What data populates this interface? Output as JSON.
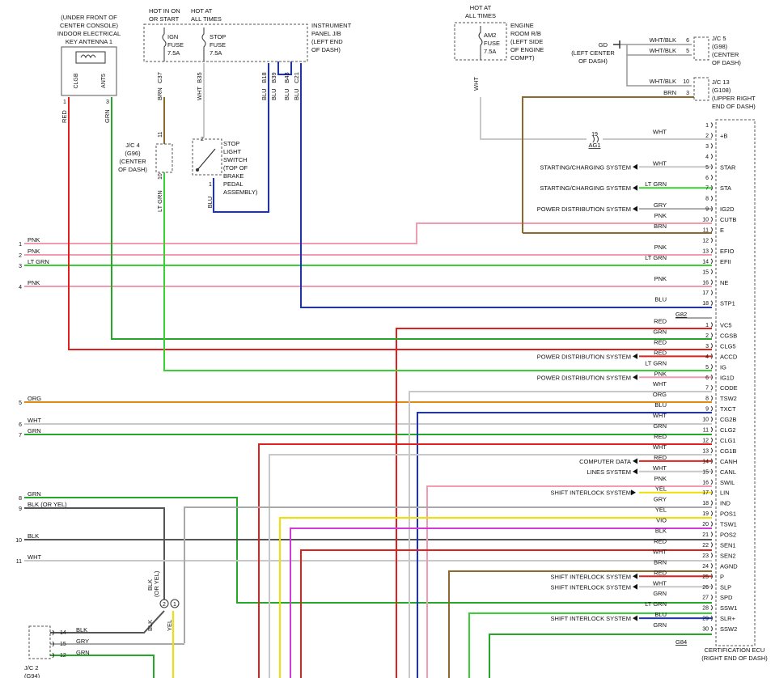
{
  "labels": {
    "antenna_desc": [
      "(UNDER FRONT OF",
      "CENTER CONSOLE)",
      "INDOOR ELECTRICAL",
      "KEY ANTENNA 1"
    ],
    "hot_ign": [
      "HOT IN ON",
      "OR START"
    ],
    "hot_all": [
      "HOT AT",
      "ALL TIMES"
    ],
    "ign_fuse": [
      "IGN",
      "FUSE",
      "7.5A"
    ],
    "stop_fuse": [
      "STOP",
      "FUSE",
      "7.5A"
    ],
    "ip_jb": [
      "INSTRUMENT",
      "PANEL J/B",
      "(LEFT END",
      "OF DASH)"
    ],
    "hot_am2": [
      "HOT AT",
      "ALL TIMES"
    ],
    "am2_fuse": [
      "AM2",
      "FUSE",
      "7.5A"
    ],
    "engine_rb": [
      "ENGINE",
      "ROOM R/B",
      "(LEFT SIDE",
      "OF ENGINE",
      "COMPT)"
    ],
    "jc5": [
      "J/C 5",
      "(G98)",
      "(CENTER",
      "OF DASH)"
    ],
    "jc13": [
      "J/C 13",
      "(G108)",
      "(UPPER RIGHT",
      "END OF DASH)"
    ],
    "gd": "GD",
    "gd_loc": [
      "(LEFT CENTER",
      "OF DASH)"
    ],
    "jc4": [
      "J/C 4",
      "(G96)",
      "(CENTER",
      "OF DASH)"
    ],
    "stop_switch": [
      "STOP",
      "LIGHT",
      "SWITCH",
      "(TOP OF",
      "BRAKE",
      "PEDAL",
      "ASSEMBLY)"
    ],
    "jc2": [
      "J/C 2",
      "(G94)"
    ],
    "ecu": [
      "CERTIFICATION ECU",
      "(RIGHT END OF DASH)"
    ],
    "ag1": "AG1",
    "g82": "G82",
    "g84": "G84",
    "blk_or_yel": "(OR YEL)",
    "blk_or_yel_v": "BLK",
    "blk_or_yel_v2": "(OR YEL)",
    "antenna_pins": {
      "clgb": "CLGB",
      "ant5": "ANT5",
      "p1": "1",
      "p3": "3"
    },
    "jc2_pins": [
      {
        "num": "14",
        "color": "BLK"
      },
      {
        "num": "15",
        "color": "GRY"
      },
      {
        "num": "12",
        "color": "GRN"
      }
    ]
  },
  "top_wires": [
    {
      "pin": "C37",
      "color": "BRN"
    },
    {
      "pin": "B35",
      "color": "WHT"
    },
    {
      "pin": "B18",
      "color": "BLU"
    },
    {
      "pin": "B39",
      "color": "BLU"
    },
    {
      "pin": "B43",
      "color": "BLU"
    },
    {
      "pin": "C21",
      "color": "BLU"
    }
  ],
  "am2_wire": "WHT",
  "antenna_wires": {
    "left": "RED",
    "right": "GRN"
  },
  "jc4_pins": {
    "top": "11",
    "bottom": "10",
    "wire": "LT GRN"
  },
  "switch_pins": {
    "top": "2",
    "bottom": "1",
    "wire": "BLU"
  },
  "jc5_wires": [
    {
      "color": "WHT/BLK",
      "pin": "6"
    },
    {
      "color": "WHT/BLK",
      "pin": "5"
    }
  ],
  "jc13_wires": [
    {
      "color": "WHT/BLK",
      "pin": "10"
    },
    {
      "color": "BRN",
      "pin": "3"
    }
  ],
  "left_wires": [
    {
      "num": "1",
      "color": "PNK"
    },
    {
      "num": "2",
      "color": "PNK"
    },
    {
      "num": "3",
      "color": "LT GRN"
    },
    {
      "num": "4",
      "color": "PNK"
    },
    {
      "num": "5",
      "color": "ORG"
    },
    {
      "num": "6",
      "color": "WHT"
    },
    {
      "num": "7",
      "color": "GRN"
    },
    {
      "num": "8",
      "color": "GRN"
    },
    {
      "num": "9",
      "color": "BLK"
    },
    {
      "num": "10",
      "color": "BLK"
    },
    {
      "num": "11",
      "color": "WHT"
    }
  ],
  "g82_pins": [
    {
      "n": "1",
      "name": "",
      "color": "",
      "dest": ""
    },
    {
      "n": "2",
      "name": "+B",
      "color": "WHT",
      "dest": ""
    },
    {
      "n": "3",
      "name": "",
      "color": "",
      "dest": ""
    },
    {
      "n": "4",
      "name": "",
      "color": "",
      "dest": ""
    },
    {
      "n": "5",
      "name": "STAR",
      "color": "WHT",
      "dest": "STARTING/CHARGING SYSTEM"
    },
    {
      "n": "6",
      "name": "",
      "color": "",
      "dest": ""
    },
    {
      "n": "7",
      "name": "STA",
      "color": "LT GRN",
      "dest": "STARTING/CHARGING SYSTEM"
    },
    {
      "n": "8",
      "name": "",
      "color": "",
      "dest": ""
    },
    {
      "n": "9",
      "name": "IG2D",
      "color": "GRY",
      "dest": "POWER DISTRIBUTION SYSTEM"
    },
    {
      "n": "10",
      "name": "CUTB",
      "color": "PNK",
      "dest": ""
    },
    {
      "n": "11",
      "name": "E",
      "color": "BRN",
      "dest": ""
    },
    {
      "n": "12",
      "name": "",
      "color": "",
      "dest": ""
    },
    {
      "n": "13",
      "name": "EFIO",
      "color": "PNK",
      "dest": ""
    },
    {
      "n": "14",
      "name": "EFII",
      "color": "LT GRN",
      "dest": ""
    },
    {
      "n": "15",
      "name": "",
      "color": "",
      "dest": ""
    },
    {
      "n": "16",
      "name": "NE",
      "color": "PNK",
      "dest": ""
    },
    {
      "n": "17",
      "name": "",
      "color": "",
      "dest": ""
    },
    {
      "n": "18",
      "name": "STP1",
      "color": "BLU",
      "dest": ""
    }
  ],
  "g84_pins": [
    {
      "n": "1",
      "name": "VC5",
      "color": "RED",
      "dest": ""
    },
    {
      "n": "2",
      "name": "CGSB",
      "color": "GRN",
      "dest": ""
    },
    {
      "n": "3",
      "name": "CLG5",
      "color": "RED",
      "dest": ""
    },
    {
      "n": "4",
      "name": "ACCD",
      "color": "RED",
      "dest": "POWER DISTRIBUTION SYSTEM"
    },
    {
      "n": "5",
      "name": "IG",
      "color": "LT GRN",
      "dest": ""
    },
    {
      "n": "6",
      "name": "IG1D",
      "color": "PNK",
      "dest": "POWER DISTRIBUTION SYSTEM"
    },
    {
      "n": "7",
      "name": "CODE",
      "color": "WHT",
      "dest": ""
    },
    {
      "n": "8",
      "name": "TSW2",
      "color": "ORG",
      "dest": ""
    },
    {
      "n": "9",
      "name": "TXCT",
      "color": "BLU",
      "dest": ""
    },
    {
      "n": "10",
      "name": "CG2B",
      "color": "WHT",
      "dest": ""
    },
    {
      "n": "11",
      "name": "CLG2",
      "color": "GRN",
      "dest": ""
    },
    {
      "n": "12",
      "name": "CLG1",
      "color": "RED",
      "dest": ""
    },
    {
      "n": "13",
      "name": "CG1B",
      "color": "WHT",
      "dest": ""
    },
    {
      "n": "14",
      "name": "CANH",
      "color": "RED",
      "dest": "COMPUTER DATA"
    },
    {
      "n": "15",
      "name": "CANL",
      "color": "WHT",
      "dest": "LINES SYSTEM"
    },
    {
      "n": "16",
      "name": "SWIL",
      "color": "PNK",
      "dest": ""
    },
    {
      "n": "17",
      "name": "LIN",
      "color": "YEL",
      "dest": "SHIFT INTERLOCK SYSTEM"
    },
    {
      "n": "18",
      "name": "IND",
      "color": "GRY",
      "dest": ""
    },
    {
      "n": "19",
      "name": "POS1",
      "color": "YEL",
      "dest": ""
    },
    {
      "n": "20",
      "name": "TSW1",
      "color": "VIO",
      "dest": ""
    },
    {
      "n": "21",
      "name": "POS2",
      "color": "BLK",
      "dest": ""
    },
    {
      "n": "22",
      "name": "SEN1",
      "color": "RED",
      "dest": ""
    },
    {
      "n": "23",
      "name": "SEN2",
      "color": "WHT",
      "dest": ""
    },
    {
      "n": "24",
      "name": "AGND",
      "color": "BRN",
      "dest": ""
    },
    {
      "n": "25",
      "name": "P",
      "color": "RED",
      "dest": "SHIFT INTERLOCK SYSTEM"
    },
    {
      "n": "26",
      "name": "SLP",
      "color": "WHT",
      "dest": "SHIFT INTERLOCK SYSTEM"
    },
    {
      "n": "27",
      "name": "SPD",
      "color": "GRN",
      "dest": ""
    },
    {
      "n": "28",
      "name": "SSW1",
      "color": "LT GRN",
      "dest": ""
    },
    {
      "n": "29",
      "name": "SLR+",
      "color": "BLU",
      "dest": "SHIFT INTERLOCK SYSTEM"
    },
    {
      "n": "30",
      "name": "SSW2",
      "color": "GRN",
      "dest": ""
    }
  ],
  "pin2_connector": {
    "num": "19",
    "name": "AG1"
  },
  "splice": {
    "p2": "2",
    "p1": "1",
    "blk": "BLK",
    "yel": "YEL"
  },
  "wire_colors": {
    "RED": "#e0201c",
    "GRN": "#25a82a",
    "LT GRN": "#38d034",
    "PNK": "#f29bb0",
    "BLU": "#1a2fd1",
    "WHT": "#c8c8c8",
    "ORG": "#e08a10",
    "YEL": "#f0e000",
    "VIO": "#d23ad8",
    "BLK": "#555555",
    "GRY": "#a9a9a9",
    "BRN": "#8b6a2b"
  }
}
